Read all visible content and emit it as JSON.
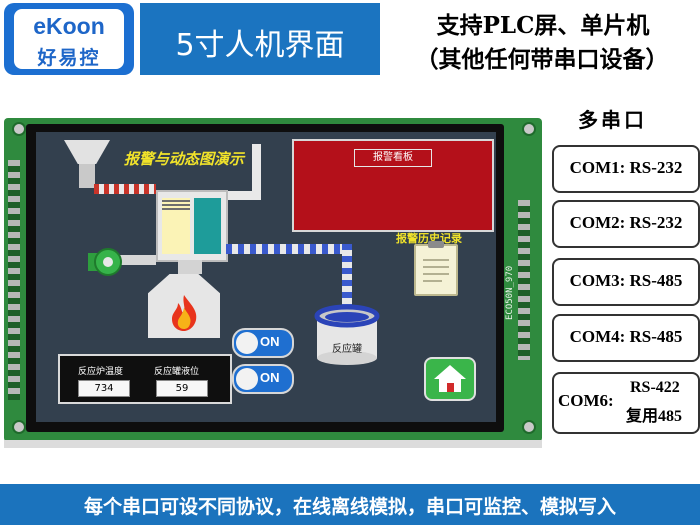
{
  "header": {
    "logo_en": "eKoon",
    "logo_cn": "好易控",
    "title": "5寸人机界面",
    "subtitle_line1": "支持PLC屏、单片机",
    "subtitle_line2": "（其他任何带串口设备）"
  },
  "hmi": {
    "diagram_title": "报警与动态图演示",
    "alarm_board_label": "报警看板",
    "alarm_history_label": "报警历史记录",
    "reactor_label": "反应罐",
    "toggle1_label": "ON",
    "toggle2_label": "ON",
    "gauge1_label": "反应炉温度",
    "gauge1_value": "734",
    "gauge2_label": "反应罐液位",
    "gauge2_value": "59",
    "board_silk": "ECO50N_970",
    "home_icon": "home-icon"
  },
  "ports": {
    "title": "多串口",
    "com1": "COM1: RS-232",
    "com2": "COM2: RS-232",
    "com3": "COM3: RS-485",
    "com4": "COM4: RS-485",
    "com6_name": "COM6:",
    "com6_line1": "RS-422",
    "com6_line2": "复用485"
  },
  "footer": {
    "text": "每个串口可设不同协议，在线离线模拟，串口可监控、模拟写入"
  },
  "colors": {
    "brand_blue": "#1b74c0",
    "alarm_red": "#b4101a",
    "screen_bg": "#33404e",
    "pcb_green": "#2f8a3e",
    "toggle_blue": "#1f6fd0",
    "home_green": "#3ab54a"
  }
}
